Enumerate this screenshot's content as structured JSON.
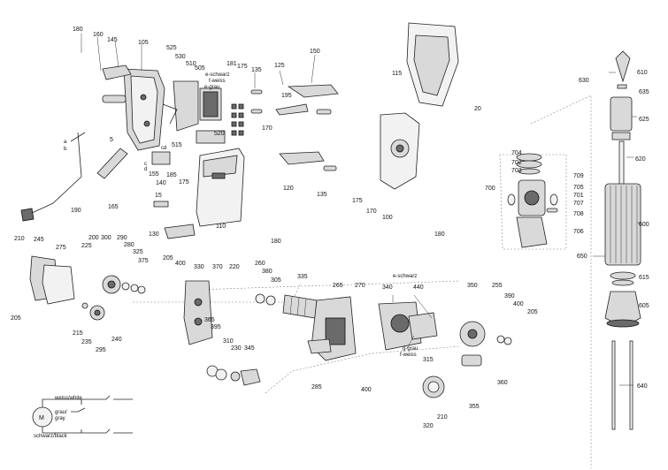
{
  "labels": {
    "p180": "180",
    "p145": "145",
    "p105": "105",
    "p160": "160",
    "p525": "525",
    "p530": "530",
    "p510": "510",
    "p505": "505",
    "p181": "181",
    "p175": "175",
    "p135": "135",
    "p125": "125",
    "p150": "150",
    "p195": "195",
    "p115": "115",
    "p20": "20",
    "p610": "610",
    "p630": "630",
    "p635": "635",
    "p625": "625",
    "p620": "620",
    "p5": "5",
    "a": "a",
    "b": "b",
    "cd": "cd",
    "c": "c",
    "d": "d",
    "p515": "515",
    "p520": "520",
    "p170": "170",
    "p155": "155",
    "p140": "140",
    "p185": "185",
    "p15": "15",
    "p165": "165",
    "p190": "190",
    "p120": "120",
    "p100": "100",
    "p704": "704",
    "p702": "702",
    "p703": "703",
    "p709": "709",
    "p700": "700",
    "p705": "705",
    "p701": "701",
    "p707": "707",
    "p708": "708",
    "p706": "706",
    "p600": "600",
    "p650": "650",
    "p615": "615",
    "p605": "605",
    "p640": "640",
    "p130": "130",
    "p110": "110",
    "p210": "210",
    "p245": "245",
    "p275": "275",
    "p200": "200",
    "p300": "300",
    "p225": "225",
    "p290": "290",
    "p280": "280",
    "p325": "325",
    "p375": "375",
    "p205": "205",
    "p400": "400",
    "p330": "330",
    "p370": "370",
    "p220": "220",
    "p260": "260",
    "p380": "380",
    "p305": "305",
    "p335": "335",
    "p265": "265",
    "p270": "270",
    "p340": "340",
    "p440": "440",
    "p350": "350",
    "p255": "255",
    "p390": "390",
    "p215": "215",
    "p235": "235",
    "p295": "295",
    "p240": "240",
    "p365": "365",
    "p395": "395",
    "p310": "310",
    "p230": "230",
    "p345": "345",
    "p285": "285",
    "p315": "315",
    "p360": "360",
    "p355": "355",
    "p320": "320",
    "e_schwarz": "e-schwarz",
    "f_weiss": "f-weiss",
    "e_grau": "e-grau",
    "g_grau": "g-grau"
  },
  "wiring": {
    "motor": "M",
    "weiss_white": "weiss/white",
    "grau": "grau/",
    "gray": "gray",
    "schwarz_black": "schwarz/black"
  }
}
